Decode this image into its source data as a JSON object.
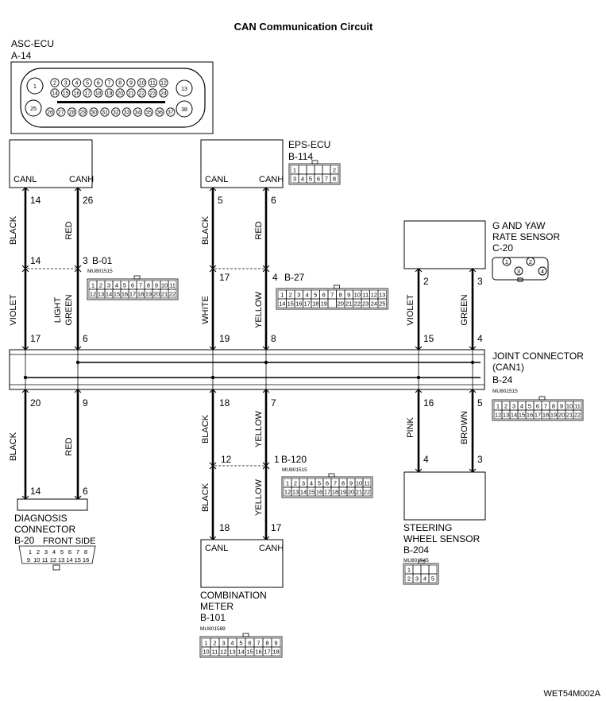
{
  "title": "CAN Communication Circuit",
  "code": "WET54M002A",
  "front_side": "FRONT SIDE",
  "connectors": {
    "asc": {
      "name": "ASC-ECU",
      "id": "A-14",
      "pins_row1": [
        "2",
        "3",
        "4",
        "5",
        "6",
        "7",
        "8",
        "9",
        "10",
        "11",
        "12"
      ],
      "pins_row2": [
        "14",
        "15",
        "16",
        "17",
        "18",
        "19",
        "20",
        "21",
        "22",
        "23",
        "24"
      ],
      "pins_row3": [
        "26",
        "27",
        "28",
        "29",
        "30",
        "31",
        "32",
        "33",
        "34",
        "35",
        "36",
        "37"
      ],
      "big_pins": [
        "1",
        "13",
        "25",
        "38"
      ]
    },
    "eps": {
      "name": "EPS-ECU",
      "id": "B-114",
      "row1": [
        "1",
        "",
        "",
        "",
        "",
        "2"
      ],
      "row2": [
        "3",
        "4",
        "5",
        "6",
        "7",
        "8"
      ]
    },
    "gyaw": {
      "line1": "G AND YAW",
      "line2": "RATE SENSOR",
      "id": "C-20",
      "pins": [
        "1",
        "2",
        "3",
        "4"
      ]
    },
    "joint": {
      "line1": "JOINT CONNECTOR",
      "line2": "(CAN1)",
      "id": "B-24",
      "part": "MU801515"
    },
    "b01": {
      "id": "B-01",
      "part": "MU801515"
    },
    "b27": {
      "id": "B-27",
      "row1": [
        "1",
        "2",
        "3",
        "4",
        "5",
        "6",
        "7",
        "8",
        "9",
        "10",
        "11",
        "12",
        "13"
      ],
      "row2": [
        "14",
        "15",
        "16",
        "17",
        "18",
        "19",
        "",
        "20",
        "21",
        "22",
        "23",
        "24",
        "25"
      ]
    },
    "b120": {
      "id": "B-120",
      "part": "MU801515"
    },
    "diag": {
      "line1": "DIAGNOSIS",
      "line2": "CONNECTOR",
      "id": "B-20",
      "row1": [
        "1",
        "2",
        "3",
        "4",
        "5",
        "6",
        "7",
        "8"
      ],
      "row2": [
        "9",
        "10",
        "11",
        "12",
        "13",
        "14",
        "15",
        "16"
      ]
    },
    "meter": {
      "line1": "COMBINATION",
      "line2": "METER",
      "id": "B-101",
      "part": "MU801589",
      "row1": [
        "1",
        "2",
        "3",
        "4",
        "5",
        "6",
        "7",
        "8",
        "9"
      ],
      "row2": [
        "10",
        "11",
        "12",
        "13",
        "14",
        "15",
        "16",
        "17",
        "18"
      ]
    },
    "steer": {
      "line1": "STEERING",
      "line2": "WHEEL SENSOR",
      "id": "B-204",
      "part": "MU801545",
      "row1": [
        "1",
        "",
        "",
        ""
      ],
      "row2": [
        "2",
        "3",
        "4",
        "5"
      ]
    },
    "std22": {
      "row1": [
        "1",
        "2",
        "3",
        "4",
        "5",
        "6",
        "7",
        "8",
        "9",
        "10",
        "11"
      ],
      "row2": [
        "12",
        "13",
        "14",
        "15",
        "16",
        "17",
        "18",
        "19",
        "20",
        "21",
        "22"
      ]
    }
  },
  "labels": {
    "canl": "CANL",
    "canh": "CANH"
  },
  "wires": {
    "asc_l": {
      "pin_top": "14",
      "color_top": "BLACK",
      "pin_mid": "14",
      "color_bot": "VIOLET",
      "pin_joint": "17"
    },
    "asc_h": {
      "pin_top": "26",
      "color_top": "RED",
      "pin_mid": "3",
      "color_bot1": "LIGHT",
      "color_bot2": "GREEN",
      "pin_joint": "6"
    },
    "eps_l": {
      "pin_top": "5",
      "color_top": "BLACK",
      "pin_mid": "17",
      "color_bot": "WHITE",
      "pin_joint": "19"
    },
    "eps_h": {
      "pin_top": "6",
      "color_top": "RED",
      "pin_mid": "4",
      "color_bot": "YELLOW",
      "pin_joint": "8"
    },
    "gy_l": {
      "pin_top": "2",
      "color": "VIOLET",
      "pin_joint": "15"
    },
    "gy_h": {
      "pin_top": "3",
      "color": "GREEN",
      "pin_joint": "4"
    },
    "diag_l": {
      "pin_joint": "20",
      "color": "BLACK",
      "pin_bot": "14"
    },
    "diag_h": {
      "pin_joint": "9",
      "color": "RED",
      "pin_bot": "6"
    },
    "meter_l": {
      "pin_joint": "18",
      "color_top": "BLACK",
      "pin_mid": "12",
      "color_bot": "BLACK",
      "pin_bot": "18"
    },
    "meter_h": {
      "pin_joint": "7",
      "color_top": "YELLOW",
      "pin_mid": "1",
      "color_bot": "YELLOW",
      "pin_bot": "17"
    },
    "steer_l": {
      "pin_joint": "16",
      "color": "PINK",
      "pin_bot": "4"
    },
    "steer_h": {
      "pin_joint": "5",
      "color": "BROWN",
      "pin_bot": "3"
    }
  }
}
